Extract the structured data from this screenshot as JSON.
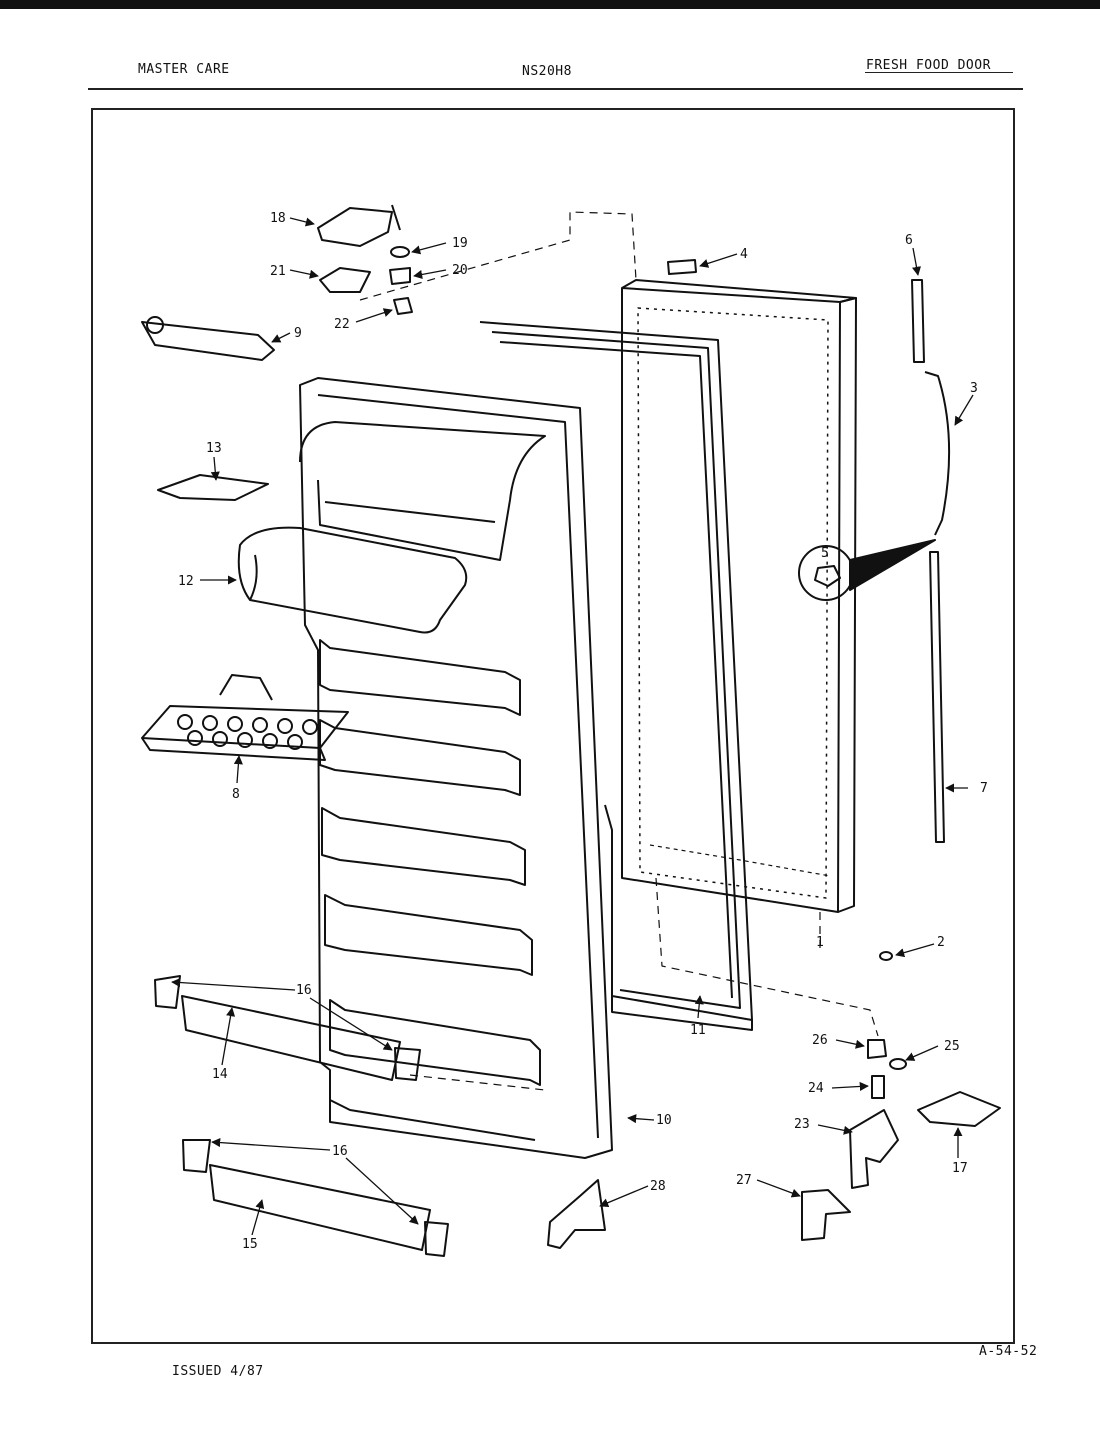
{
  "header": {
    "left": "MASTER CARE",
    "center": "NS20H8",
    "right": "FRESH FOOD DOOR"
  },
  "footer": {
    "issued": "ISSUED 4/87",
    "code": "A-54-52"
  },
  "callouts": {
    "c1": "1",
    "c2": "2",
    "c3": "3",
    "c4": "4",
    "c5": "5",
    "c6": "6",
    "c7": "7",
    "c8": "8",
    "c9": "9",
    "c10": "10",
    "c11": "11",
    "c12": "12",
    "c13": "13",
    "c14": "14",
    "c15": "15",
    "c16a": "16",
    "c16b": "16",
    "c17": "17",
    "c18": "18",
    "c19": "19",
    "c20": "20",
    "c21": "21",
    "c22": "22",
    "c23": "23",
    "c24": "24",
    "c25": "25",
    "c26": "26",
    "c27": "27",
    "c28": "28"
  }
}
